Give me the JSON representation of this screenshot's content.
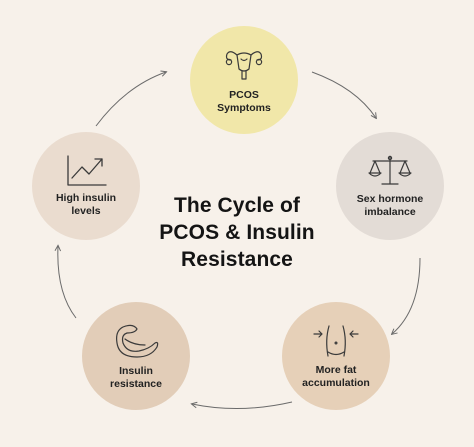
{
  "title": {
    "lines": [
      "The Cycle of",
      "PCOS & Insulin",
      "Resistance"
    ]
  },
  "nodes": [
    {
      "id": "pcos",
      "lines": [
        "PCOS",
        "Symptoms"
      ],
      "icon": "uterus-icon",
      "color": "#f1e7a9"
    },
    {
      "id": "sex",
      "lines": [
        "Sex hormone",
        "imbalance"
      ],
      "icon": "scales-icon",
      "color": "#e3dcd6"
    },
    {
      "id": "fat",
      "lines": [
        "More fat",
        "accumulation"
      ],
      "icon": "waist-icon",
      "color": "#e6d0b8"
    },
    {
      "id": "ins",
      "lines": [
        "Insulin",
        "resistance"
      ],
      "icon": "pancreas-icon",
      "color": "#e2cdb8"
    },
    {
      "id": "high",
      "lines": [
        "High insulin",
        "levels"
      ],
      "icon": "rising-chart-icon",
      "color": "#eadccf"
    }
  ],
  "colors": {
    "background": "#f7f1ea",
    "arrow": "#6b6b6b",
    "icon_stroke": "#3a3a3a"
  }
}
